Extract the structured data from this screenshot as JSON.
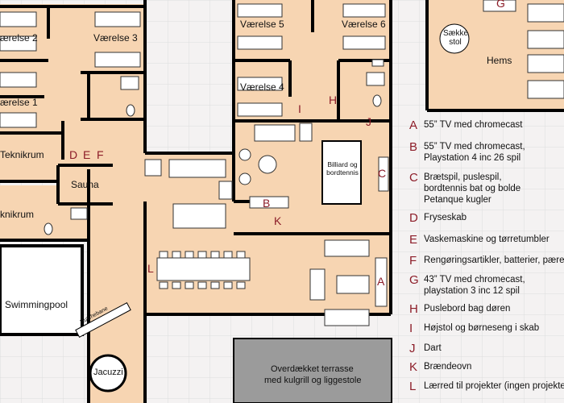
{
  "rooms": {
    "vaerelse2": "ærelse 2",
    "vaerelse3": "Værelse 3",
    "vaerelse1": "ærelse 1",
    "vaerelse5": "Værelse 5",
    "vaerelse6": "Værelse 6",
    "vaerelse4": "Værelse 4",
    "teknikrum1": "Teknikrum",
    "teknikrum2": "knikrum",
    "sauna": "Sauna",
    "swimmingpool": "Swimmingpool",
    "rutchebane": "Rutchebane",
    "jacuzzi": "Jacuzzi",
    "saekkestol": "Sække stol",
    "hems": "Hems",
    "billiard": "Billiard og bordtennis",
    "terrasse_line1": "Overdækket terrasse",
    "terrasse_line2": "med kulgrill og liggestole"
  },
  "markers": {
    "d": "D",
    "e": "E",
    "f": "F",
    "g": "G",
    "h": "H",
    "i": "I",
    "j": "J",
    "b": "B",
    "c": "C",
    "k": "K",
    "l": "L",
    "a": "A"
  },
  "legend": [
    {
      "letter": "A",
      "text": "55” TV med chromecast"
    },
    {
      "letter": "B",
      "text": "55” TV med chromecast,\nPlaystation 4 inc 26 spil"
    },
    {
      "letter": "C",
      "text": "Brætspil, puslespil,\nbordtennis bat og bolde\nPetanque kugler"
    },
    {
      "letter": "D",
      "text": "Fryseskab"
    },
    {
      "letter": "E",
      "text": "Vaskemaskine og tørretumbler"
    },
    {
      "letter": "F",
      "text": "Rengøringsartikler, batterier, pære"
    },
    {
      "letter": "G",
      "text": "43” TV med chromecast,\nplaystation 3 inc 12 spil"
    },
    {
      "letter": "H",
      "text": "Puslebord bag døren"
    },
    {
      "letter": "I",
      "text": "Højstol og børneseng i skab"
    },
    {
      "letter": "J",
      "text": "Dart"
    },
    {
      "letter": "K",
      "text": "Brændeovn"
    },
    {
      "letter": "L",
      "text": "Lærred til projekter (ingen projekte"
    }
  ],
  "colors": {
    "floor": "#f7d5b2",
    "wall": "#000000",
    "grid": "#dcdcdc",
    "terrace": "#9a9a9a",
    "marker": "#8c1c28"
  }
}
